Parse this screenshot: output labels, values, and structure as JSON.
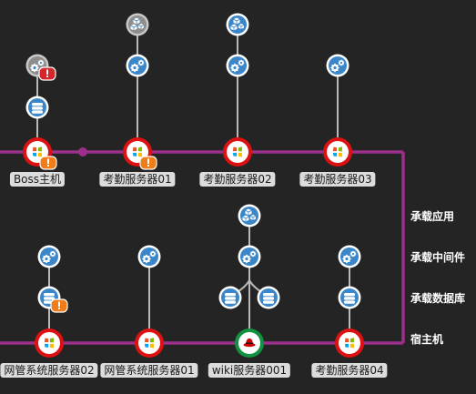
{
  "hosts_top": [
    {
      "name": "Boss主机",
      "os": "windows",
      "status": "warning"
    },
    {
      "name": "考勤服务器01",
      "os": "windows",
      "status": "warning"
    },
    {
      "name": "考勤服务器02",
      "os": "windows",
      "status": "normal"
    },
    {
      "name": "考勤服务器03",
      "os": "windows",
      "status": "normal"
    }
  ],
  "hosts_bottom": [
    {
      "name": "网管系统服务器02",
      "os": "windows",
      "status": "normal"
    },
    {
      "name": "网管系统服务器01",
      "os": "windows",
      "status": "normal"
    },
    {
      "name": "wiki服务器001",
      "os": "redhat",
      "status": "normal"
    },
    {
      "name": "考勤服务器04",
      "os": "windows",
      "status": "normal"
    }
  ],
  "layers": {
    "application": "承载应用",
    "middleware": "承载中间件",
    "database": "承载数据库",
    "host": "宿主机"
  },
  "icons": {
    "middleware": "gears-icon",
    "application": "app-cubes-icon",
    "database": "database-icon",
    "alert": "alert-badge-icon"
  },
  "colors": {
    "background": "#242424",
    "link": "#9b2f8a",
    "windows_ring": "#dd1111",
    "linux_ring": "#129140",
    "service_ring": "#3a86c8",
    "alert_red": "#d5262b",
    "alert_orange": "#f07d1a",
    "label_bg": "#dcdcdc"
  }
}
